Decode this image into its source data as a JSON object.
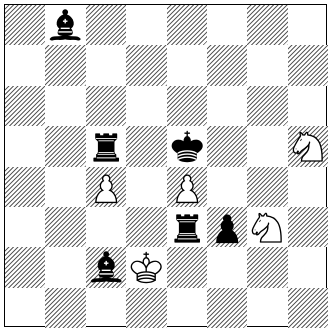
{
  "board": {
    "files": [
      "a",
      "b",
      "c",
      "d",
      "e",
      "f",
      "g",
      "h"
    ],
    "ranks": [
      8,
      7,
      6,
      5,
      4,
      3,
      2,
      1
    ]
  },
  "pieces": [
    {
      "square": "b8",
      "type": "bishop",
      "color": "black",
      "icon": "black-bishop-icon"
    },
    {
      "square": "c5",
      "type": "rook",
      "color": "black",
      "icon": "black-rook-icon"
    },
    {
      "square": "e5",
      "type": "king",
      "color": "black",
      "icon": "black-king-icon"
    },
    {
      "square": "h5",
      "type": "knight",
      "color": "white",
      "icon": "white-knight-icon"
    },
    {
      "square": "c4",
      "type": "pawn",
      "color": "white",
      "icon": "white-pawn-icon"
    },
    {
      "square": "e4",
      "type": "pawn",
      "color": "white",
      "icon": "white-pawn-icon"
    },
    {
      "square": "e3",
      "type": "rook",
      "color": "black",
      "icon": "black-rook-icon"
    },
    {
      "square": "f3",
      "type": "pawn",
      "color": "black",
      "icon": "black-pawn-icon"
    },
    {
      "square": "g3",
      "type": "knight",
      "color": "white",
      "icon": "white-knight-icon"
    },
    {
      "square": "c2",
      "type": "bishop",
      "color": "black",
      "icon": "black-bishop-icon"
    },
    {
      "square": "d2",
      "type": "king",
      "color": "white",
      "icon": "white-king-icon"
    }
  ],
  "colors": {
    "light_square": "#ffffff",
    "dark_square_hatch": "#5a5a5a",
    "white_piece_fill": "#ffffff",
    "black_piece_fill": "#000000",
    "outline": "#000000"
  }
}
